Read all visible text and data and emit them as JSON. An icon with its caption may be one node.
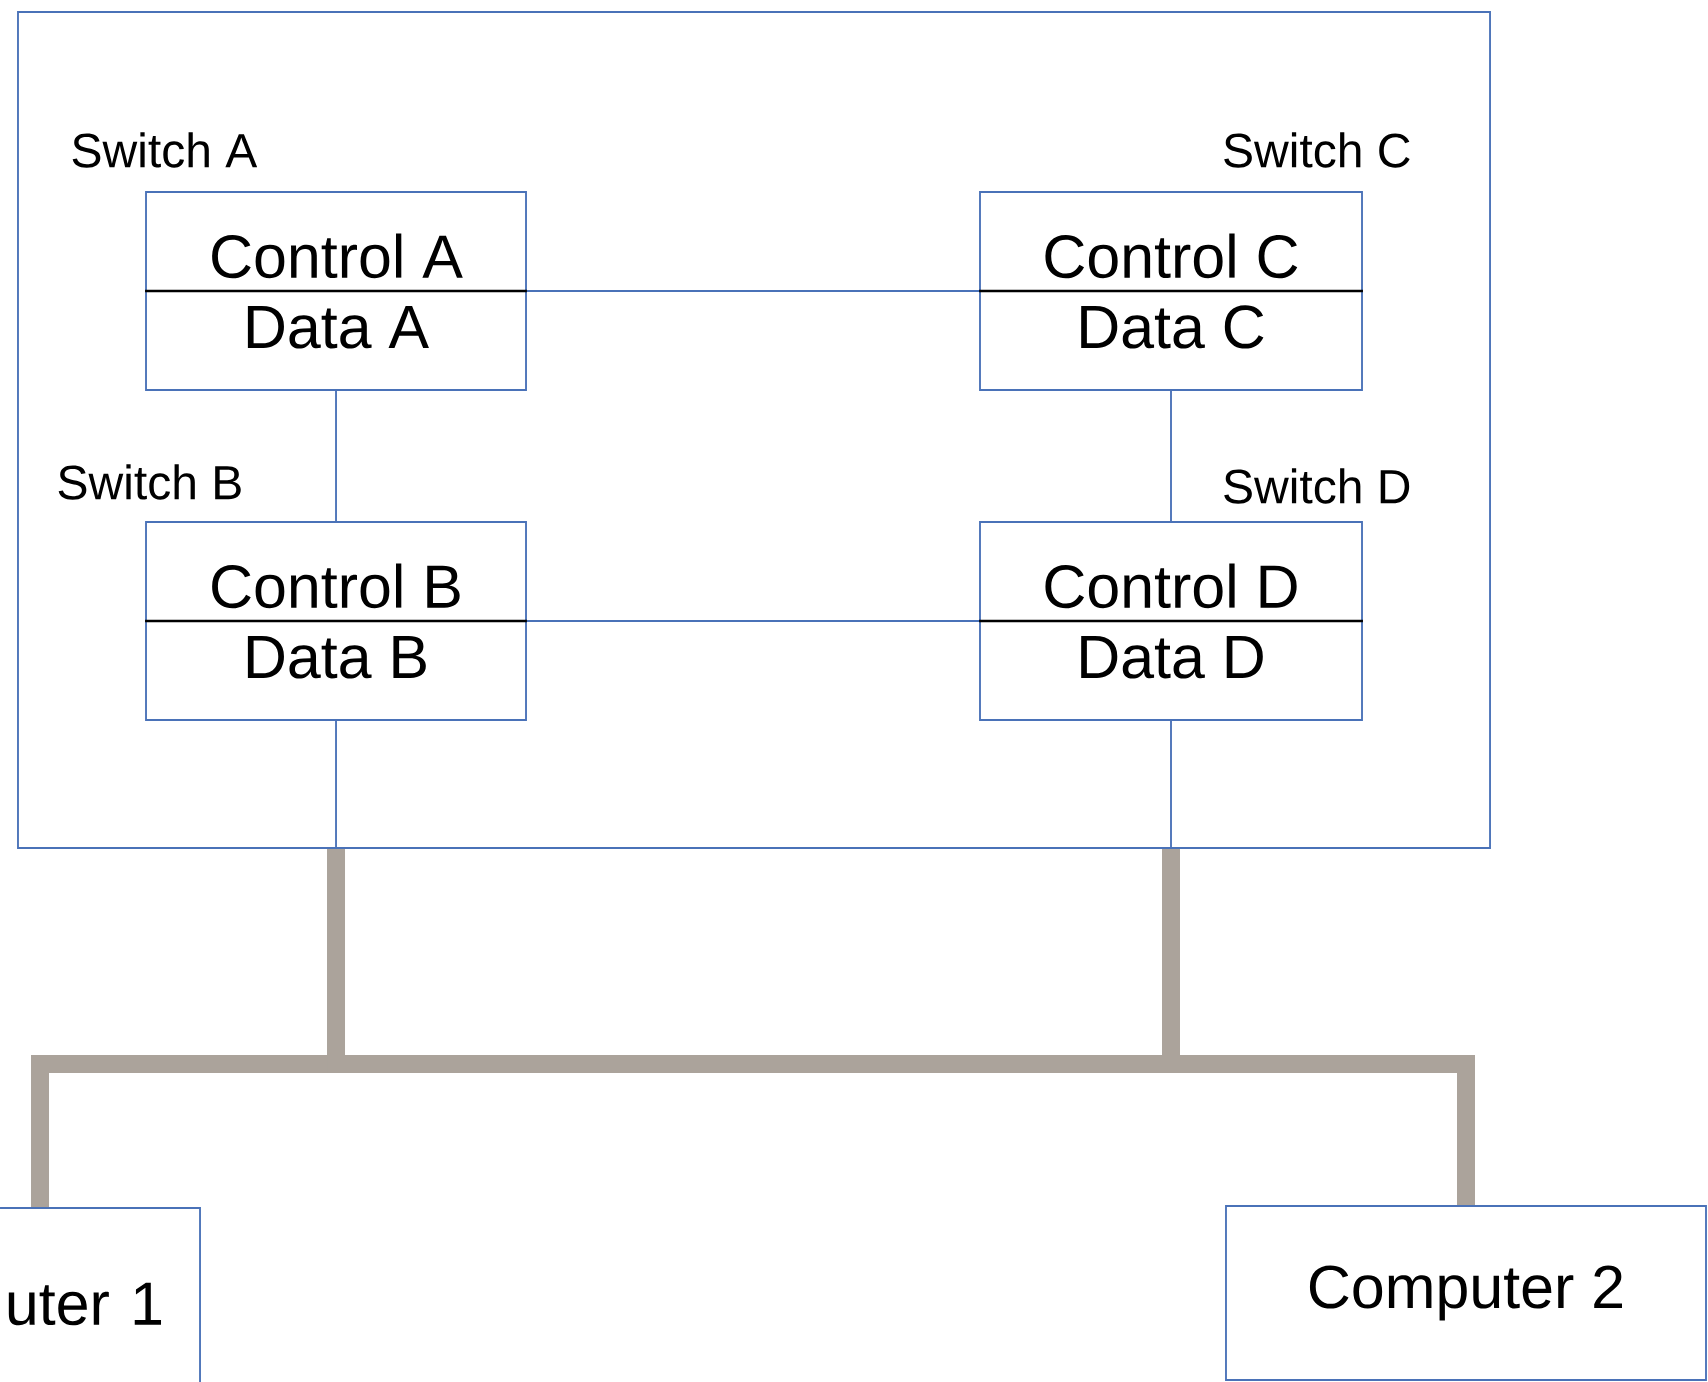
{
  "diagram": {
    "nodes": [
      {
        "text": [],
        "shape": "box"
      },
      {
        "text": [
          "Switch A",
          "Control A",
          "Data A"
        ],
        "in": 0
      },
      {
        "text": [
          "Switch C",
          "Control C",
          "Data C"
        ],
        "in": 0
      },
      {
        "text": [
          "Switch B",
          "Control B",
          "Data B"
        ],
        "in": 0
      },
      {
        "text": [
          "Switch D",
          "Control D",
          "Data D"
        ],
        "in": 0
      },
      {
        "text": [
          "uter 1"
        ]
      },
      {
        "text": [
          "Computer 2"
        ]
      }
    ],
    "edges": [
      {
        "from": 1,
        "to": 2,
        "arrow": "none"
      },
      {
        "from": 1,
        "to": 3,
        "arrow": "none"
      },
      {
        "from": 2,
        "to": 4,
        "arrow": "none"
      },
      {
        "from": 3,
        "to": 4,
        "arrow": "none"
      },
      {
        "from": 3,
        "to": 0,
        "arrow": "none"
      },
      {
        "from": 4,
        "to": 0,
        "arrow": "none"
      },
      {
        "from": 0,
        "to": 5,
        "arrow": "none",
        "style": "thick",
        "color": "#aba39b"
      },
      {
        "from": 0,
        "to": 6,
        "arrow": "none",
        "style": "thick",
        "color": "#aba39b"
      }
    ]
  }
}
